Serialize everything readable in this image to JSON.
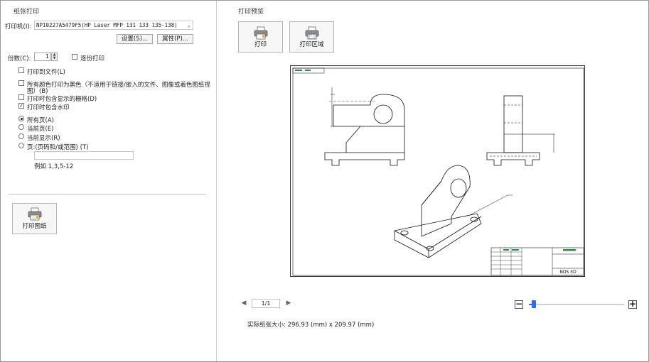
{
  "left": {
    "section_title": "纸张打印",
    "printer_label": "打印机(I):",
    "printer_value": "NPI0227A5479F5(HP Laser MFP 131 133 135-138)",
    "setup_button": "设置(S)...",
    "properties_button": "属性(P)...",
    "copies_label": "份数(C):",
    "copies_value": "1",
    "collate_label": "逐份打印",
    "collate_checked": false,
    "options": [
      {
        "label": "打印到文件(L)",
        "checked": false
      },
      {
        "label": "所有颜色打印为黑色（不适用于链接/嵌入的文件、图像或着色图纸视",
        "label2": "图）(B)",
        "checked": false
      },
      {
        "label": "打印时包含显示的栅格(D)",
        "checked": false
      },
      {
        "label": "打印时包含水印",
        "checked": true
      }
    ],
    "range": [
      {
        "label": "所有页(A)",
        "selected": true
      },
      {
        "label": "当前页(E)",
        "selected": false
      },
      {
        "label": "当前显示(R)",
        "selected": false
      },
      {
        "label": "页:(页码和/或范围) (T)",
        "selected": false
      }
    ],
    "page_range_value": "",
    "example_text": "例如 1,3,5-12",
    "print_sheet_button": "打印图纸"
  },
  "right": {
    "section_title": "打印预览",
    "print_button": "打印",
    "print_area_button": "打印区域",
    "page_indicator": "1/1",
    "paper_size_text": "实际纸张大小: 296.93 (mm) x 209.97 (mm)",
    "zoom_level": 0.03,
    "title_block_name": "NDS 3D"
  },
  "colors": {
    "accent": "#2f6fd6",
    "border": "#9a9a9a"
  }
}
